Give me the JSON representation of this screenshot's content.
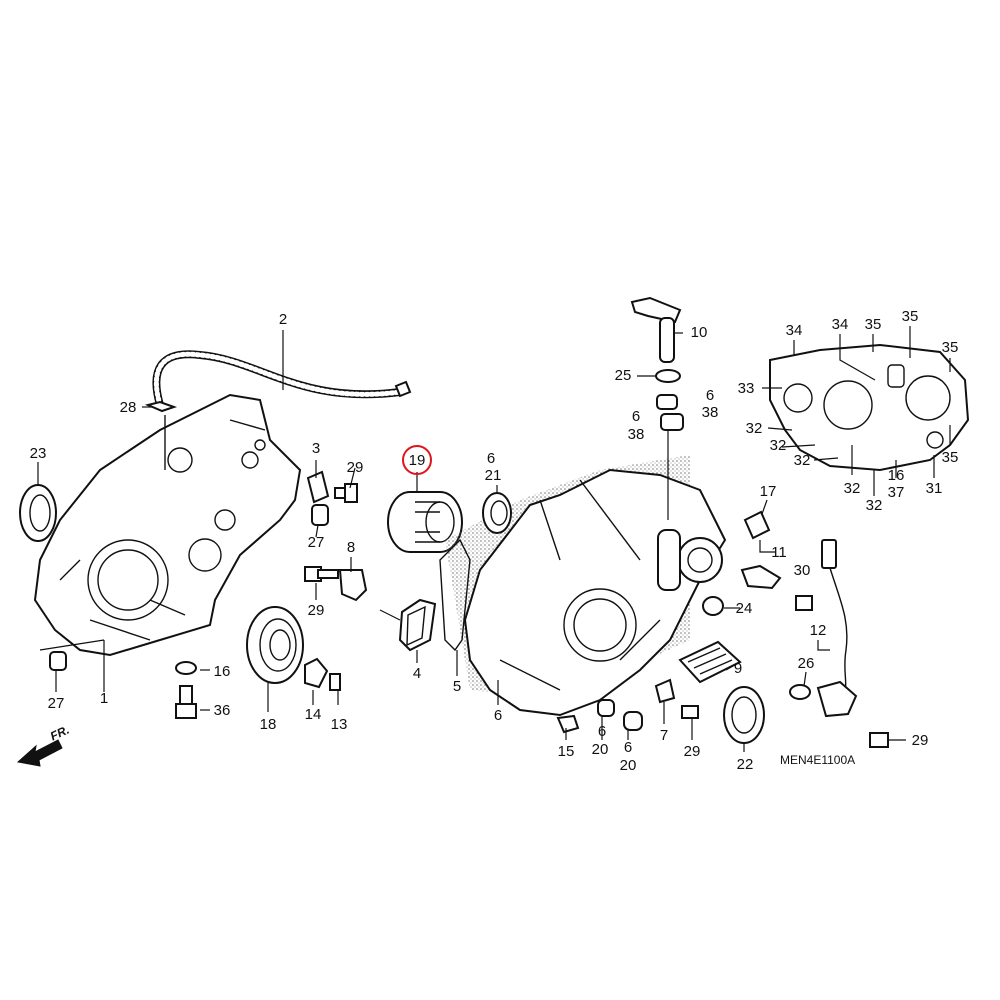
{
  "diagram_code": "MEN4E1100A",
  "direction_label": "FR.",
  "highlight_color": "#e0141b",
  "highlighted_part": "19",
  "callouts": [
    {
      "id": "c2",
      "text": "2"
    },
    {
      "id": "c28",
      "text": "28"
    },
    {
      "id": "c23",
      "text": "23"
    },
    {
      "id": "c3",
      "text": "3"
    },
    {
      "id": "c29a",
      "text": "29"
    },
    {
      "id": "c27a",
      "text": "27"
    },
    {
      "id": "c8",
      "text": "8"
    },
    {
      "id": "c29b",
      "text": "29"
    },
    {
      "id": "c27b",
      "text": "27"
    },
    {
      "id": "c1",
      "text": "1"
    },
    {
      "id": "c16a",
      "text": "16"
    },
    {
      "id": "c36",
      "text": "36"
    },
    {
      "id": "c18",
      "text": "18"
    },
    {
      "id": "c14",
      "text": "14"
    },
    {
      "id": "c13",
      "text": "13"
    },
    {
      "id": "c19",
      "text": "19"
    },
    {
      "id": "c4",
      "text": "4"
    },
    {
      "id": "c5",
      "text": "5"
    },
    {
      "id": "c6a",
      "text": "6"
    },
    {
      "id": "c21",
      "text": "21"
    },
    {
      "id": "c6b",
      "text": "6"
    },
    {
      "id": "c15",
      "text": "15"
    },
    {
      "id": "c6c",
      "text": "6"
    },
    {
      "id": "c20a",
      "text": "20"
    },
    {
      "id": "c6d",
      "text": "6"
    },
    {
      "id": "c20b",
      "text": "20"
    },
    {
      "id": "c7",
      "text": "7"
    },
    {
      "id": "c29c",
      "text": "29"
    },
    {
      "id": "c22",
      "text": "22"
    },
    {
      "id": "c9",
      "text": "9"
    },
    {
      "id": "c10",
      "text": "10"
    },
    {
      "id": "c25",
      "text": "25"
    },
    {
      "id": "c6e",
      "text": "6"
    },
    {
      "id": "c38a",
      "text": "38"
    },
    {
      "id": "c6f",
      "text": "6"
    },
    {
      "id": "c38b",
      "text": "38"
    },
    {
      "id": "c17",
      "text": "17"
    },
    {
      "id": "c11",
      "text": "11"
    },
    {
      "id": "c30",
      "text": "30"
    },
    {
      "id": "c24",
      "text": "24"
    },
    {
      "id": "c12",
      "text": "12"
    },
    {
      "id": "c26",
      "text": "26"
    },
    {
      "id": "c29d",
      "text": "29"
    },
    {
      "id": "c34a",
      "text": "34"
    },
    {
      "id": "c34b",
      "text": "34"
    },
    {
      "id": "c35a",
      "text": "35"
    },
    {
      "id": "c35b",
      "text": "35"
    },
    {
      "id": "c35c",
      "text": "35"
    },
    {
      "id": "c33",
      "text": "33"
    },
    {
      "id": "c35d",
      "text": "35"
    },
    {
      "id": "c32a",
      "text": "32"
    },
    {
      "id": "c32b",
      "text": "32"
    },
    {
      "id": "c32c",
      "text": "32"
    },
    {
      "id": "c32d",
      "text": "32"
    },
    {
      "id": "c32e",
      "text": "32"
    },
    {
      "id": "c16b",
      "text": "16"
    },
    {
      "id": "c37",
      "text": "37"
    },
    {
      "id": "c31",
      "text": "31"
    }
  ]
}
